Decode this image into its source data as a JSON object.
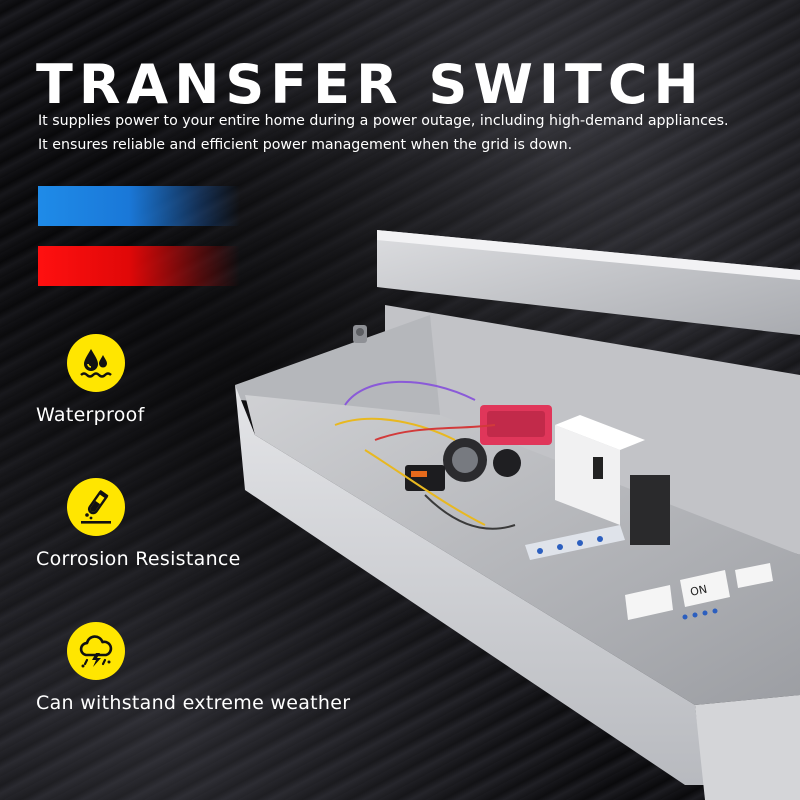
{
  "headline": "TRANSFER SWITCH",
  "description": [
    "It supplies power to your entire home during a power outage, including high-demand appliances.",
    "It ensures reliable and efficient power management when the grid is down."
  ],
  "accent_colors": {
    "blue": "#1f8be8",
    "red": "#ff1010",
    "icon_yellow": "#ffe600"
  },
  "features": [
    {
      "label": "Waterproof",
      "icon": "water-drops-icon"
    },
    {
      "label": "Corrosion Resistance",
      "icon": "test-tube-icon"
    },
    {
      "label": "Can withstand extreme weather",
      "icon": "storm-cloud-icon"
    }
  ],
  "product": {
    "image": "transfer-switch-enclosure",
    "panel_label": "ON"
  }
}
